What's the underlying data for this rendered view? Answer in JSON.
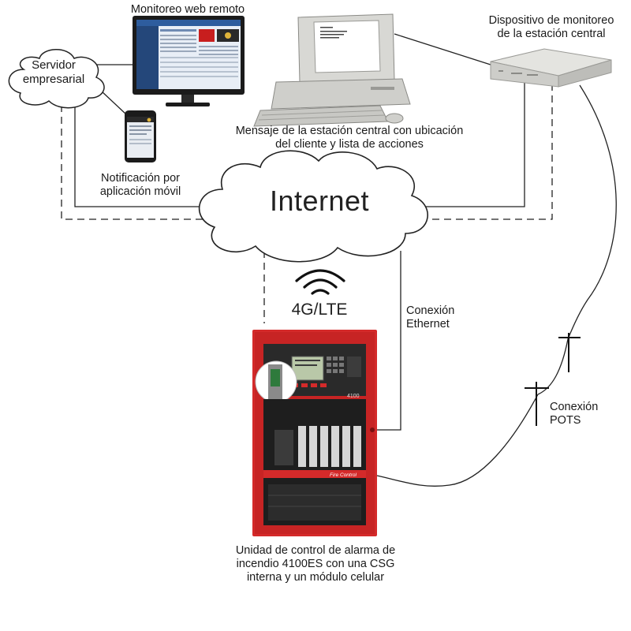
{
  "labels": {
    "web_monitoring": "Monitoreo web remoto",
    "enterprise_server": "Servidor\nempresarial",
    "mobile_notification": "Notificación por\naplicación móvil",
    "central_station_message": "Mensaje de la estación central con ubicación\ndel cliente y lista de acciones",
    "central_station_device": "Dispositivo de monitoreo\nde la estación central",
    "internet": "Internet",
    "cellular": "4G/LTE",
    "ethernet": "Conexión\nEthernet",
    "pots": "Conexión\nPOTS",
    "panel_caption": "Unidad de control de alarma de\nincendio 4100ES con una CSG\ninterna y un módulo celular"
  },
  "panel": {
    "model": "4100",
    "nameplate": "Fire Control"
  },
  "colors": {
    "panel_red": "#d42a2a",
    "panel_dark": "#1e1e1e",
    "line": "#222222"
  },
  "icons": {
    "monitor": "monitor-icon",
    "phone": "smartphone-icon",
    "computer": "desktop-computer-icon",
    "device": "monitoring-device-icon",
    "wifi": "wireless-signal-icon",
    "cloud": "cloud-icon",
    "panel": "fire-alarm-panel-icon"
  }
}
